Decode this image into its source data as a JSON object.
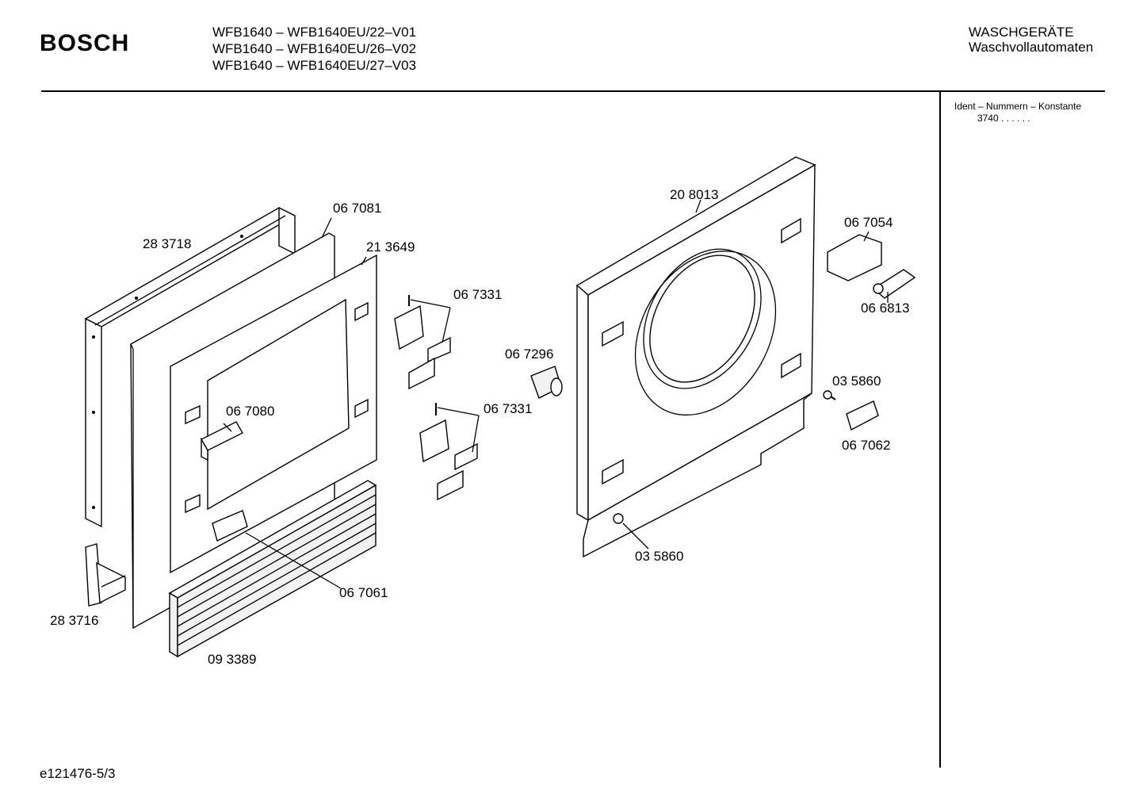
{
  "header": {
    "brand": "BOSCH",
    "models": [
      "WFB1640 – WFB1640EU/22–V01",
      "WFB1640 – WFB1640EU/26–V02",
      "WFB1640 – WFB1640EU/27–V03"
    ],
    "category_line1": "WASCHGERÄTE",
    "category_line2": "Waschvollautomaten"
  },
  "sidebar": {
    "ident_title": "Ident – Nummern – Konstante",
    "ident_value": "3740 .  .  .  .  .  ."
  },
  "footer": {
    "doc_id": "e121476-5/3"
  },
  "parts": {
    "p283718": "28 3718",
    "p067081": "06 7081",
    "p213649": "21 3649",
    "p067331a": "06 7331",
    "p067331b": "06 7331",
    "p067080": "06 7080",
    "p067296": "06 7296",
    "p208013": "20 8013",
    "p067054": "06 7054",
    "p066813": "06 6813",
    "p035860a": "03 5860",
    "p067062": "06 7062",
    "p035860b": "03 5860",
    "p067061": "06 7061",
    "p283716": "28 3716",
    "p093389": "09 3389"
  }
}
